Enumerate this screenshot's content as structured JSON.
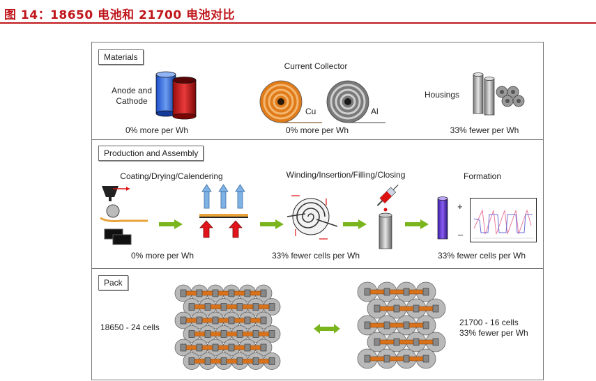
{
  "header": {
    "title": "图 14：18650 电池和 21700 电池对比"
  },
  "materials": {
    "tag": "Materials",
    "anode_cathode": "Anode and\nCathode",
    "anode_note": "0% more per Wh",
    "current_collector": "Current Collector",
    "cu": "Cu",
    "al": "Al",
    "collector_note": "0% more per Wh",
    "housings": "Housings",
    "housings_note": "33% fewer per Wh"
  },
  "production": {
    "tag": "Production and Assembly",
    "coating": "Coating/Drying/Calendering",
    "coating_note": "0% more per Wh",
    "winding": "Winding/Insertion/Filling/Closing",
    "winding_note": "33% fewer cells per Wh",
    "formation": "Formation",
    "formation_note": "33% fewer cells per Wh",
    "plus": "+",
    "minus": "–"
  },
  "pack": {
    "tag": "Pack",
    "left_label": "18650 - 24 cells",
    "right_label_1": "21700 - 16 cells",
    "right_label_2": "33% fewer per Wh"
  },
  "colors": {
    "title_red": "#c0161b",
    "arrow_green": "#7ab51d",
    "cu_orange": "#e07b1a",
    "pack_bar": "#d9731b"
  }
}
